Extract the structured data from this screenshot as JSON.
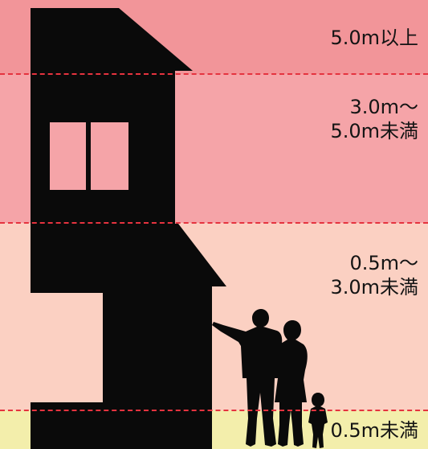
{
  "colors": {
    "band_top": "#f29599",
    "band_upper": "#f5a4a8",
    "band_middle": "#fbd0c2",
    "band_bottom": "#f3eeab",
    "dash_line": "#e5333f",
    "silhouette": "#0a0a0a",
    "window_fill": "#f5a4a8"
  },
  "zones": [
    {
      "lines": [
        "5.0m以上"
      ]
    },
    {
      "lines": [
        "3.0m～",
        "5.0m未満"
      ]
    },
    {
      "lines": [
        "0.5m～",
        "3.0m未満"
      ]
    },
    {
      "lines": [
        "0.5m未満"
      ]
    }
  ]
}
